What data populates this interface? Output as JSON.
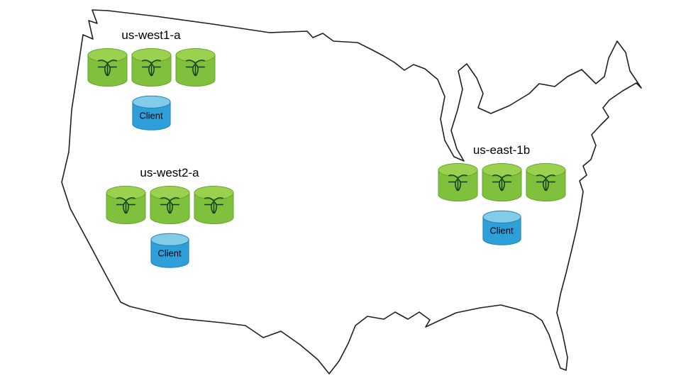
{
  "diagram_title": "",
  "map": {
    "name": "united-states-outline"
  },
  "colors": {
    "node-green": "#7fc13c",
    "node-green-top": "#9ad14f",
    "node-stroke": "#67a32c",
    "bug-dark": "#16391d",
    "client-blue": "#2e9fd8",
    "client-blue-top": "#82cbe9",
    "client-stroke": "#1f84b6",
    "outline": "#1f1f1f"
  },
  "regions": [
    {
      "label": "us-west1-a",
      "node_count": 3,
      "client_label": "Client"
    },
    {
      "label": "us-west2-a",
      "node_count": 3,
      "client_label": "Client"
    },
    {
      "label": "us-east-1b",
      "node_count": 3,
      "client_label": "Client"
    }
  ]
}
